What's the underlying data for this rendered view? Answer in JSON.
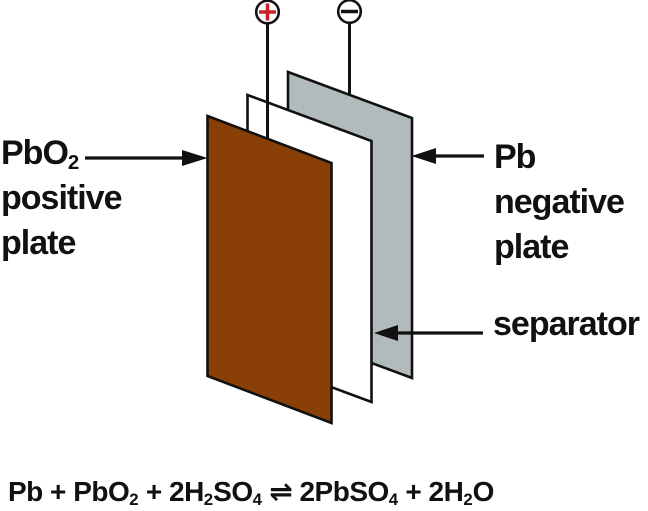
{
  "terminals": {
    "positive": {
      "icon": "plus-in-circle",
      "symbol": "+",
      "symbol_color": "#c8232b"
    },
    "negative": {
      "icon": "minus-in-circle",
      "symbol": "−",
      "symbol_color": "#111111"
    }
  },
  "labels": {
    "positive_plate": {
      "formula": "PbO",
      "formula_sub": "2",
      "line2": "positive",
      "line3": "plate"
    },
    "negative_plate": {
      "line1": "Pb",
      "line2": "negative",
      "line3": "plate"
    },
    "separator": "separator"
  },
  "colors": {
    "positive_plate": "#8a3f06",
    "separator_plate": "#ffffff",
    "negative_plate": "#b1bbbc",
    "outline": "#111111"
  },
  "equation": {
    "segments": [
      {
        "t": "Pb + PbO",
        "sub": false
      },
      {
        "t": "2",
        "sub": true
      },
      {
        "t": " + 2H",
        "sub": false
      },
      {
        "t": "2",
        "sub": true
      },
      {
        "t": "SO",
        "sub": false
      },
      {
        "t": "4",
        "sub": true
      },
      {
        "t": " ⇌ 2PbSO",
        "sub": false
      },
      {
        "t": "4",
        "sub": true
      },
      {
        "t": " + 2H",
        "sub": false
      },
      {
        "t": "2",
        "sub": true
      },
      {
        "t": "O",
        "sub": false
      }
    ]
  }
}
